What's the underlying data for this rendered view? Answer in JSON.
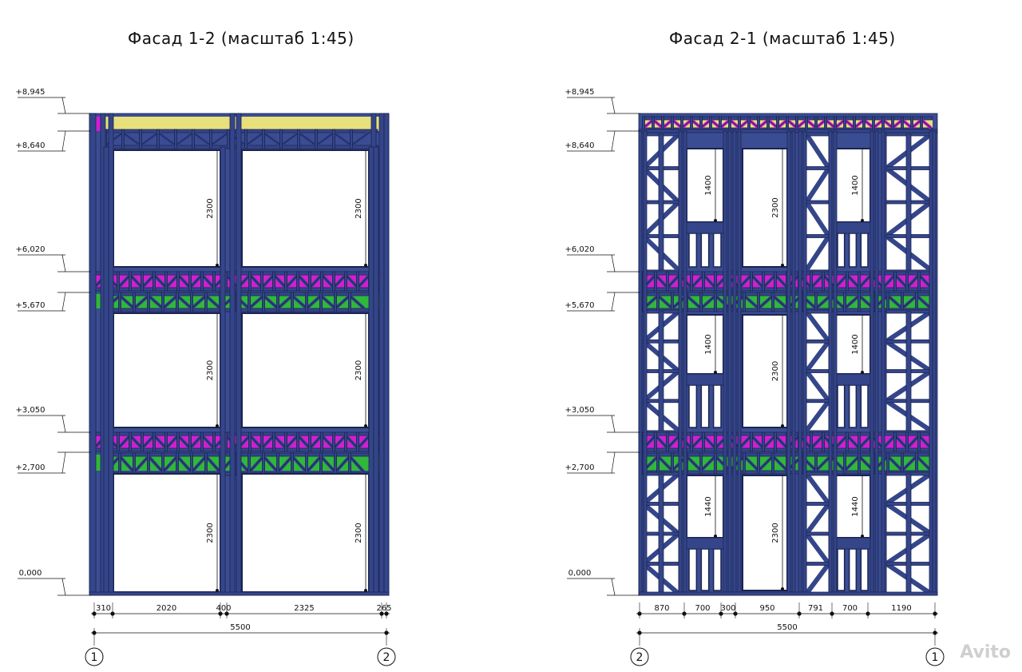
{
  "drawings": [
    {
      "title": "Фасад 1-2 (масштаб 1:45)",
      "levels": [
        "+8,945",
        "+8,640",
        "+6,020",
        "+5,670",
        "+3,050",
        "+2,700",
        "0,000"
      ],
      "opening_heights": [
        "2300",
        "2300",
        "2300",
        "2300",
        "2300",
        "2300"
      ],
      "bottom_dims": [
        "310",
        "2020",
        "400",
        "2325",
        "265"
      ],
      "total_dim": "5500",
      "axes": [
        "1",
        "2"
      ]
    },
    {
      "title": "Фасад 2-1 (масштаб 1:45)",
      "levels": [
        "+8,945",
        "+8,640",
        "+6,020",
        "+5,670",
        "+3,050",
        "+2,700",
        "0,000"
      ],
      "opening_heights": [
        "1400",
        "2300",
        "1400",
        "1400",
        "2300",
        "1400",
        "1440",
        "2300",
        "1440"
      ],
      "bottom_dims": [
        "870",
        "700",
        "300",
        "950",
        "791",
        "700",
        "1190"
      ],
      "total_dim": "5500",
      "axes": [
        "2",
        "1"
      ]
    }
  ],
  "colors": {
    "frame": "#34458a",
    "frame_dark": "#1b2350",
    "magenta": "#d21ed2",
    "green": "#2fb83a",
    "yellow": "#e8e07a",
    "line": "#111111"
  },
  "watermark": "Avito"
}
